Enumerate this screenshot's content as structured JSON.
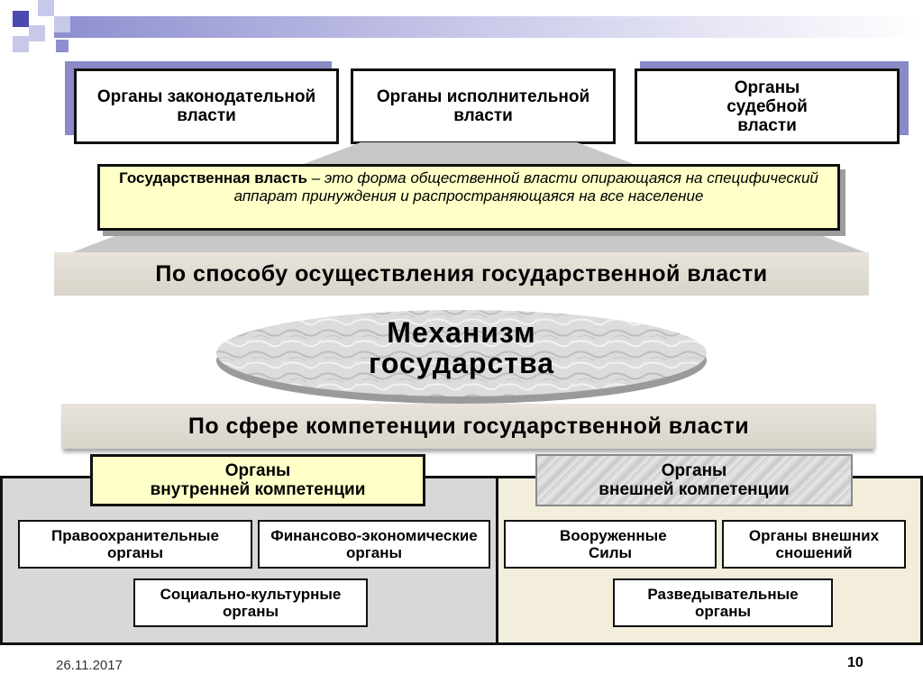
{
  "branches": {
    "legislative": "Органы законодательной власти",
    "executive": "Органы исполнительной власти",
    "judicial": "Органы судебной власти"
  },
  "definition": {
    "term": "Государственная власть",
    "text": " – это форма общественной власти опирающаяся на специфический аппарат принуждения и распространяющаяся на все население"
  },
  "banner_top": "По способу осуществления государственной власти",
  "center": {
    "line1": "Механизм",
    "line2": "государства"
  },
  "banner_bottom": "По сфере компетенции государственной власти",
  "internal": {
    "title_line1": "Органы",
    "title_line2": "внутренней компетенции",
    "items": [
      "Правоохранительные органы",
      "Финансово-экономические органы",
      "Социально-культурные органы"
    ]
  },
  "external": {
    "title_line1": "Органы",
    "title_line2": "внешней компетенции",
    "items": [
      "Вооруженные Силы",
      "Органы внешних сношений",
      "Разведывательные органы"
    ]
  },
  "footer": {
    "date": "26.11.2017",
    "page": "10"
  },
  "colors": {
    "accent_purple": "#8a8ac8",
    "definition_bg": "#ffffc8",
    "internal_panel": "#d8d8d8",
    "external_panel": "#f3eddc"
  }
}
